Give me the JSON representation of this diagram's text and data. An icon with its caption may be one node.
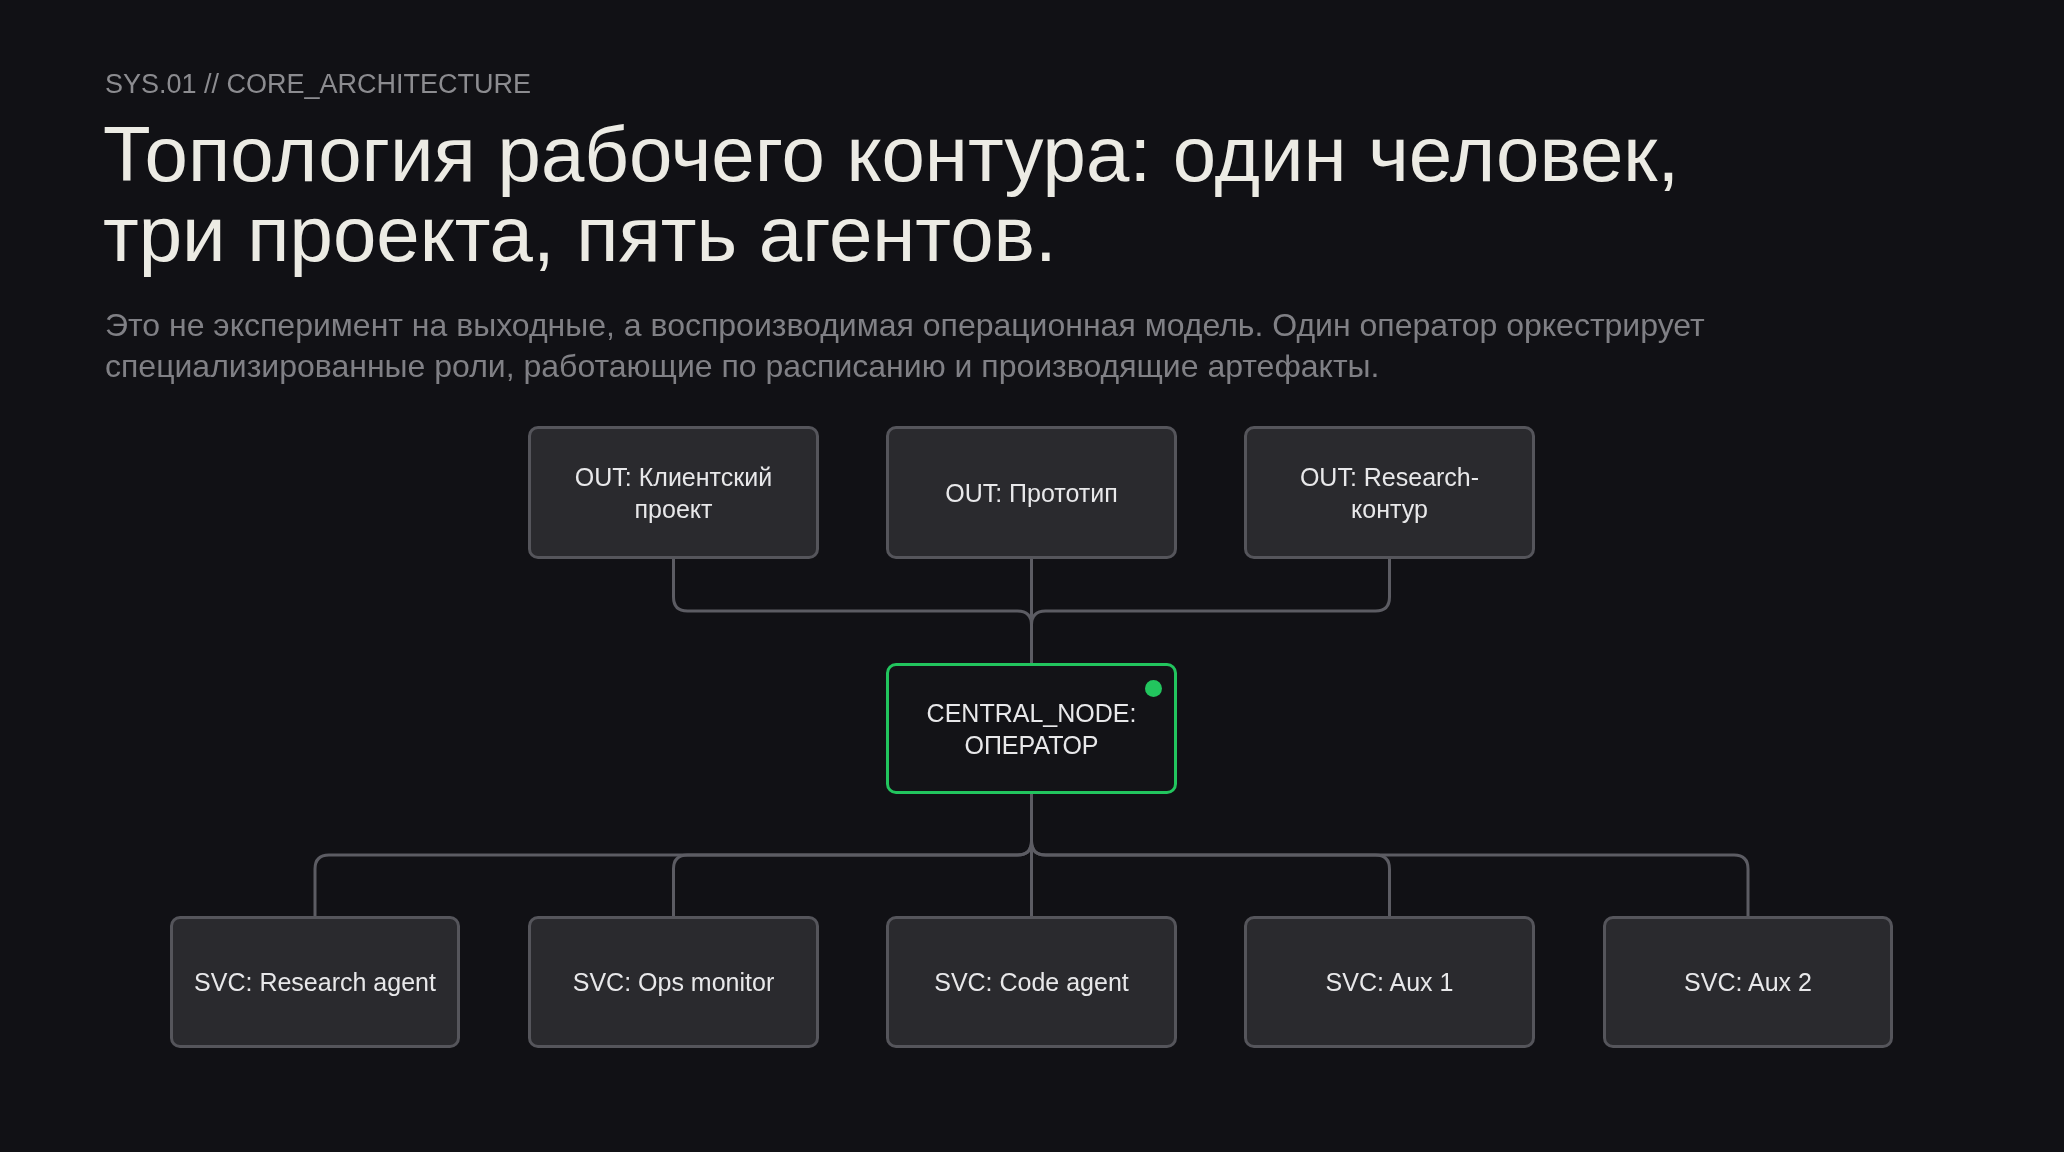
{
  "diagram": {
    "title": "Топология рабочего контура: один человек, три проекта, пять агентов.",
    "nodes": [
      {
        "text": [
          "OUT: Клиентский проект"
        ]
      },
      {
        "text": [
          "OUT: Прототип"
        ]
      },
      {
        "text": [
          "OUT: Research-контур"
        ]
      },
      {
        "text": [
          "CENTRAL_NODE: ОПЕРАТОР"
        ]
      },
      {
        "text": [
          "SVC: Research agent"
        ]
      },
      {
        "text": [
          "SVC: Ops monitor"
        ]
      },
      {
        "text": [
          "SVC: Code agent"
        ]
      },
      {
        "text": [
          "SVC: Aux 1"
        ]
      },
      {
        "text": [
          "SVC: Aux 2"
        ]
      }
    ],
    "edges": [
      {
        "from": 0,
        "to": 3,
        "arrow": "none"
      },
      {
        "from": 1,
        "to": 3,
        "arrow": "none"
      },
      {
        "from": 2,
        "to": 3,
        "arrow": "none"
      },
      {
        "from": 3,
        "to": 4,
        "arrow": "none"
      },
      {
        "from": 3,
        "to": 5,
        "arrow": "none"
      },
      {
        "from": 3,
        "to": 6,
        "arrow": "none"
      },
      {
        "from": 3,
        "to": 7,
        "arrow": "none"
      },
      {
        "from": 3,
        "to": 8,
        "arrow": "none"
      }
    ],
    "labels": [
      "SYS.01 // CORE_ARCHITECTURE",
      "Это не эксперимент на выходные, а воспроизводимая операционная модель. Один оператор оркестрирует специализированные роли, работающие по расписанию и производящие артефакты."
    ]
  }
}
